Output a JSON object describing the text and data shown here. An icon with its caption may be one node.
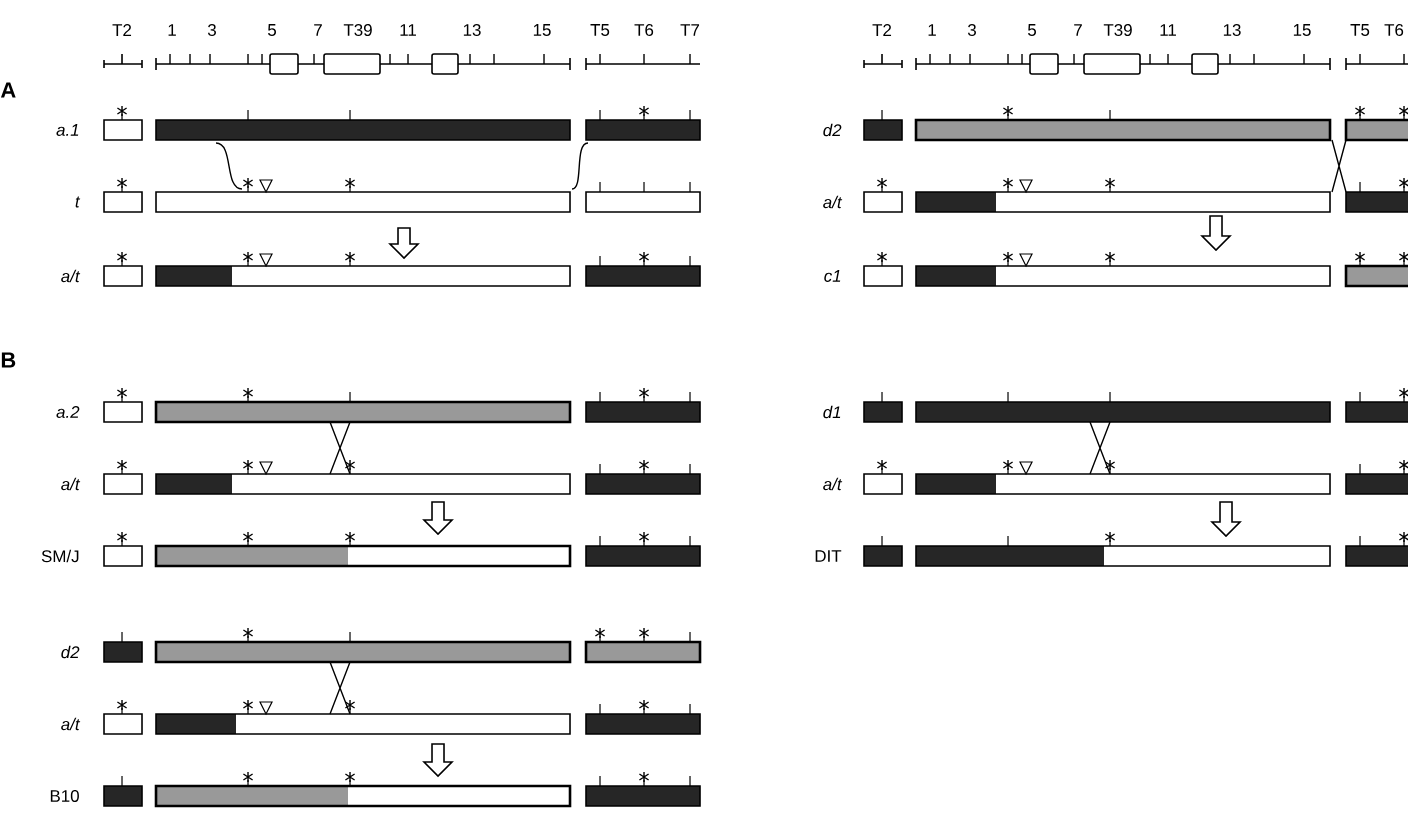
{
  "diagram": {
    "labels": [
      "A",
      "T2",
      "1",
      "3",
      "5",
      "7",
      "T39",
      "11",
      "13",
      "15",
      "T5",
      "T6",
      "T7",
      "T2",
      "1",
      "3",
      "5",
      "7",
      "T39",
      "11",
      "13",
      "15",
      "T5",
      "T6",
      "a.1",
      "d2",
      "t",
      "a/t",
      "a/t",
      "c1",
      "B",
      "a.2",
      "d1",
      "a/t",
      "a/t",
      "SM/J",
      "DIT",
      "d2",
      "a/t",
      "B10"
    ]
  }
}
